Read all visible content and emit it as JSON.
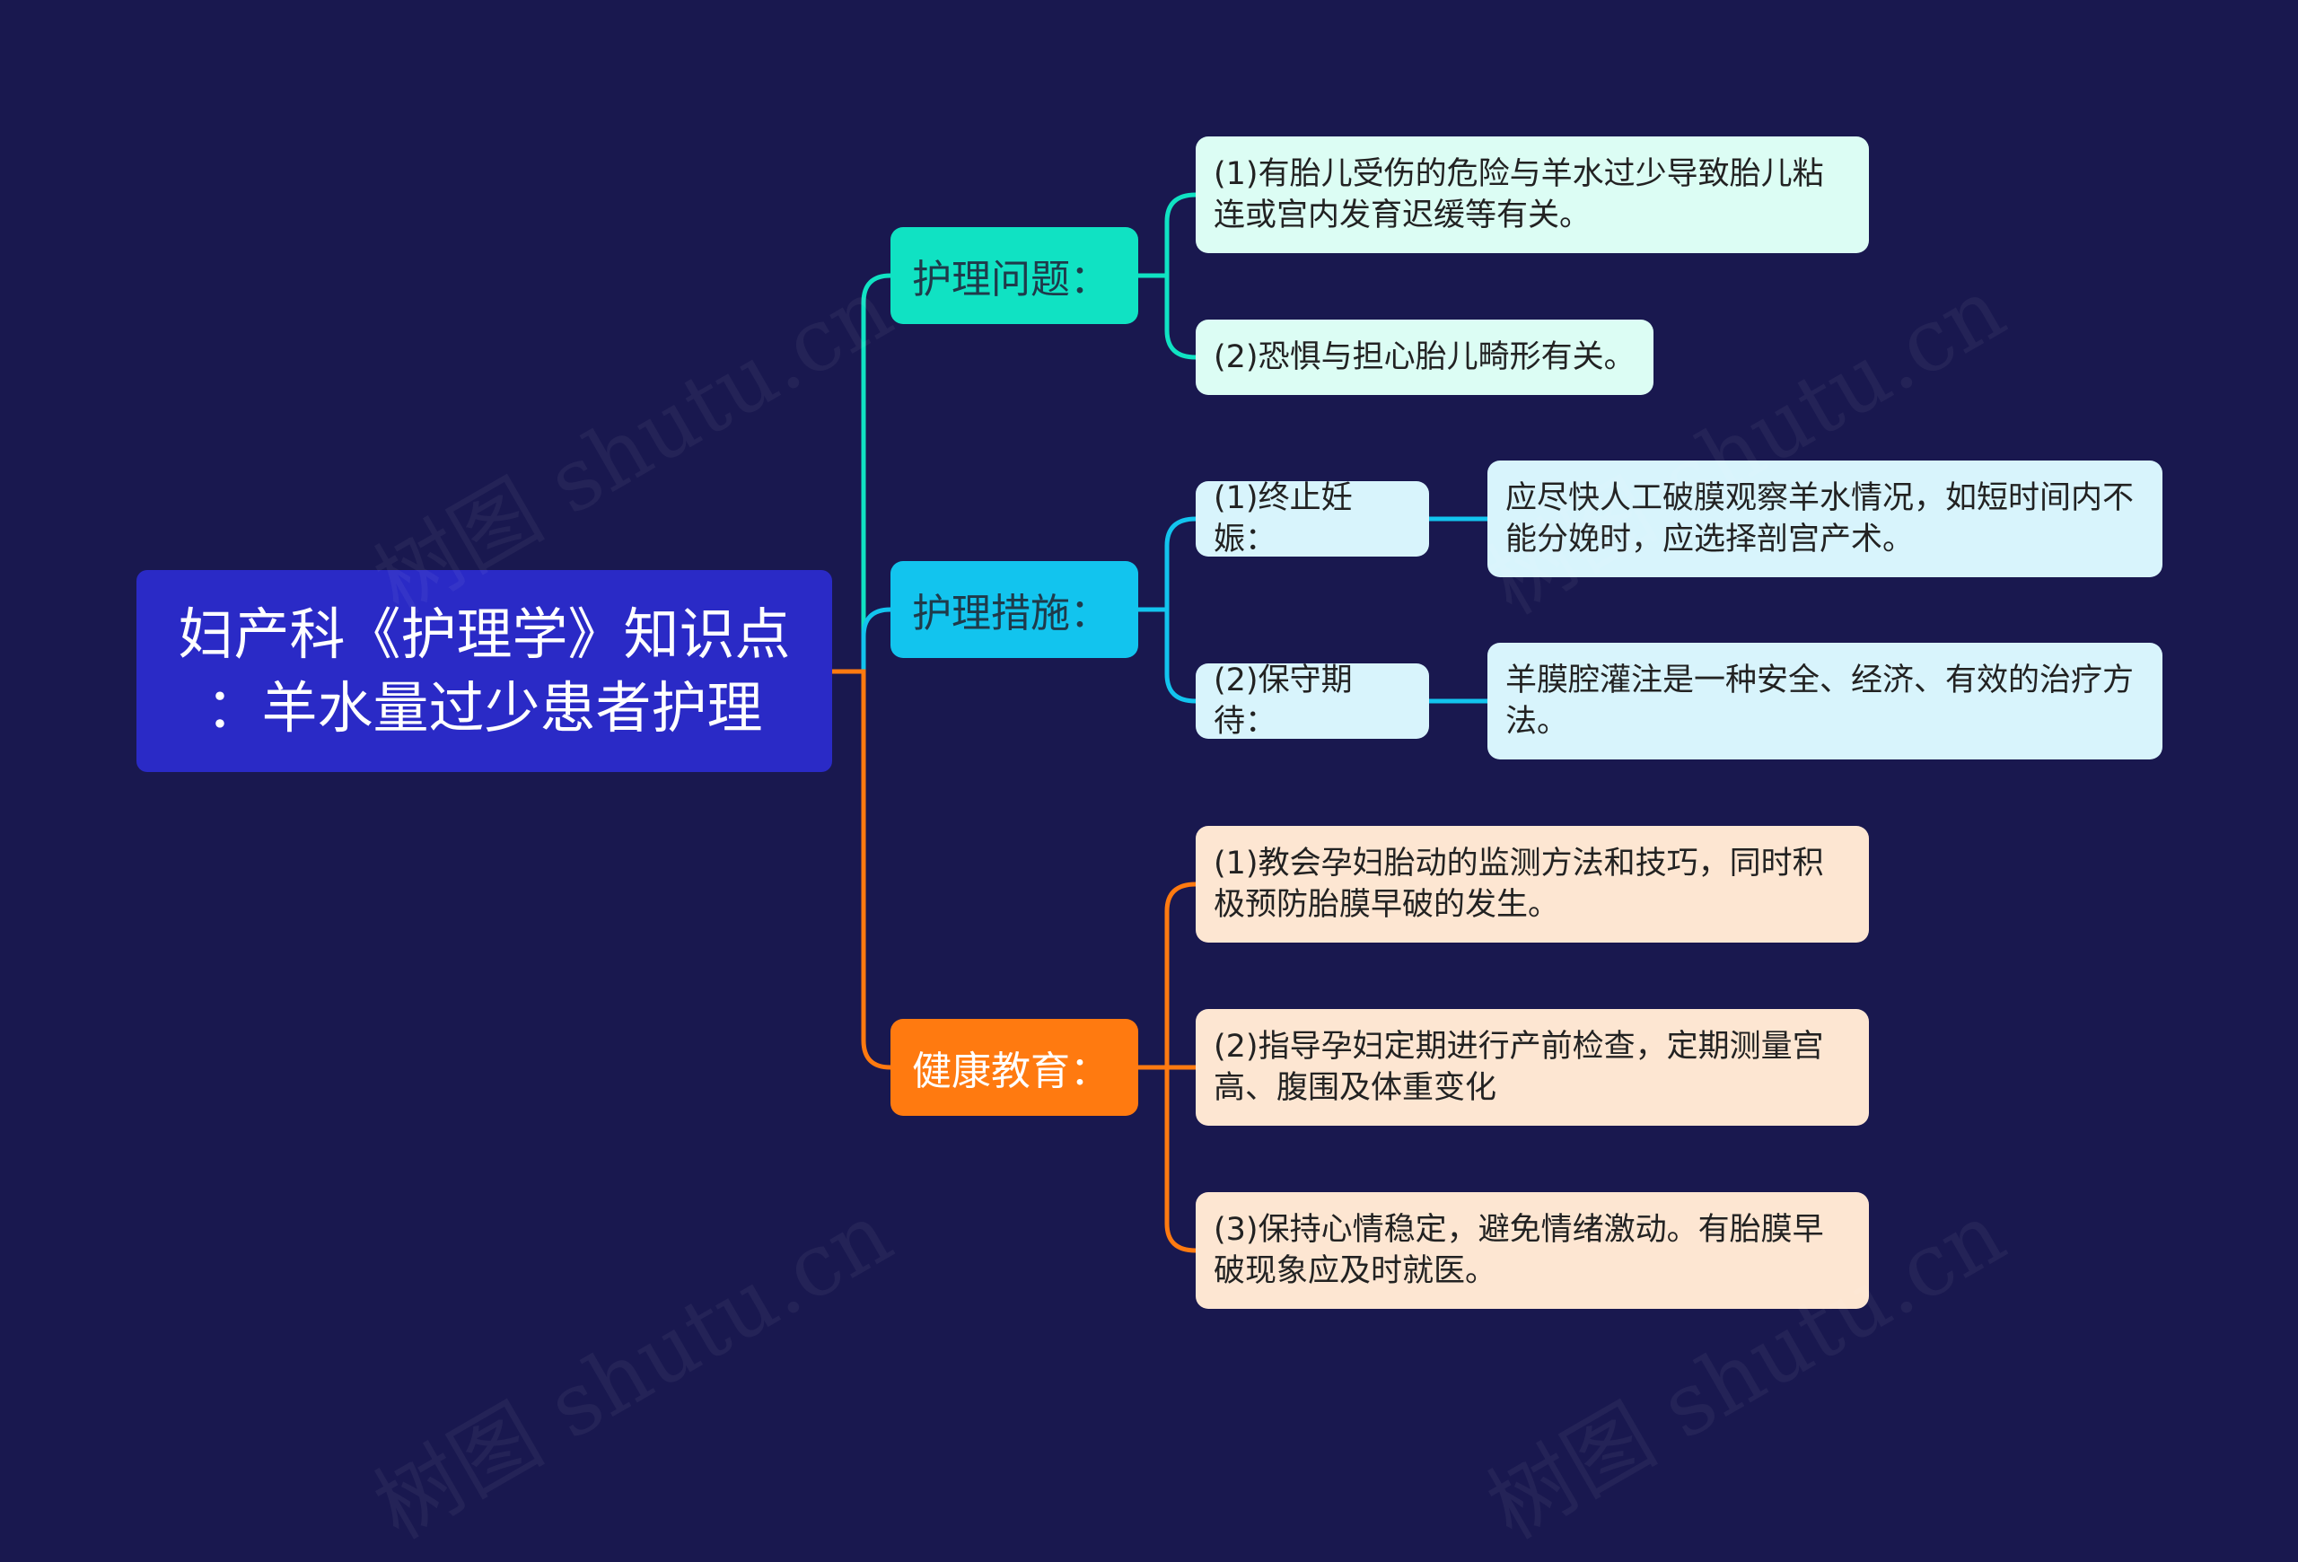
{
  "root": {
    "line1": "妇产科《护理学》知识点",
    "line2": "：羊水量过少患者护理"
  },
  "branches": [
    {
      "label": "护理问题：",
      "color": "#10e2c3",
      "items": [
        {
          "text": "(1)有胎儿受伤的危险与羊水过少导致胎儿粘连或宫内发育迟缓等有关。"
        },
        {
          "text": "(2)恐惧与担心胎儿畸形有关。"
        }
      ]
    },
    {
      "label": "护理措施：",
      "color": "#12c4ee",
      "items": [
        {
          "text": "(1)终止妊娠：",
          "detail": "应尽快人工破膜观察羊水情况，如短时间内不能分娩时，应选择剖宫产术。"
        },
        {
          "text": "(2)保守期待：",
          "detail": "羊膜腔灌注是一种安全、经济、有效的治疗方法。"
        }
      ]
    },
    {
      "label": "健康教育：",
      "color": "#ff7a10",
      "items": [
        {
          "text": "(1)教会孕妇胎动的监测方法和技巧，同时积极预防胎膜早破的发生。"
        },
        {
          "text": "(2)指导孕妇定期进行产前检查，定期测量宫高、腹围及体重变化"
        },
        {
          "text": "(3)保持心情稳定，避免情绪激动。有胎膜早破现象应及时就医。"
        }
      ]
    }
  ],
  "watermark": "树图 shutu.cn"
}
